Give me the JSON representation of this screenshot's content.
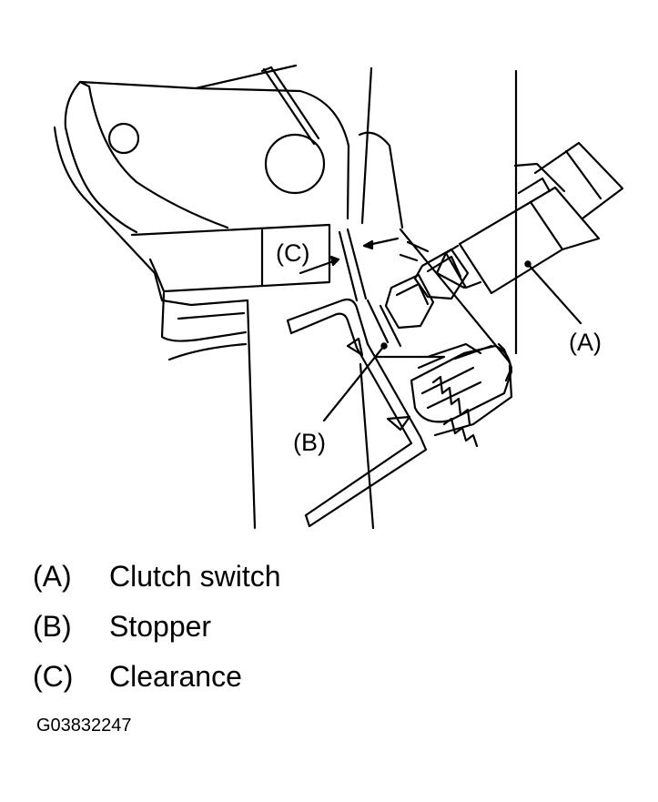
{
  "diagram": {
    "callouts": {
      "a": "(A)",
      "b": "(B)",
      "c": "(C)"
    }
  },
  "legend": [
    {
      "key": "(A)",
      "label": "Clutch switch"
    },
    {
      "key": "(B)",
      "label": "Stopper"
    },
    {
      "key": "(C)",
      "label": "Clearance"
    }
  ],
  "figure_id": "G03832247"
}
